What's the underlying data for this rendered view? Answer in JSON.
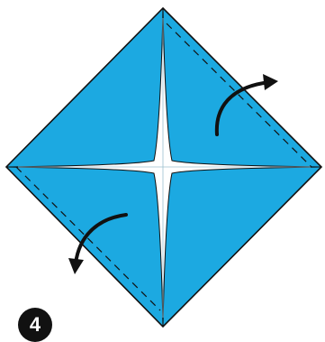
{
  "diagram": {
    "step_number": "4",
    "colors": {
      "paper_blue": "#1ca9e1",
      "paper_white": "#ffffff",
      "outline": "#111111",
      "arrow": "#111111",
      "fold_line": "#111111"
    },
    "arrows": [
      {
        "name": "fold-arrow-top-right",
        "direction": "outward-up-right"
      },
      {
        "name": "fold-arrow-bottom-left",
        "direction": "outward-down-left"
      }
    ],
    "fold_lines": [
      "valley-fold-top-right-edge",
      "valley-fold-bottom-left-edge"
    ]
  }
}
